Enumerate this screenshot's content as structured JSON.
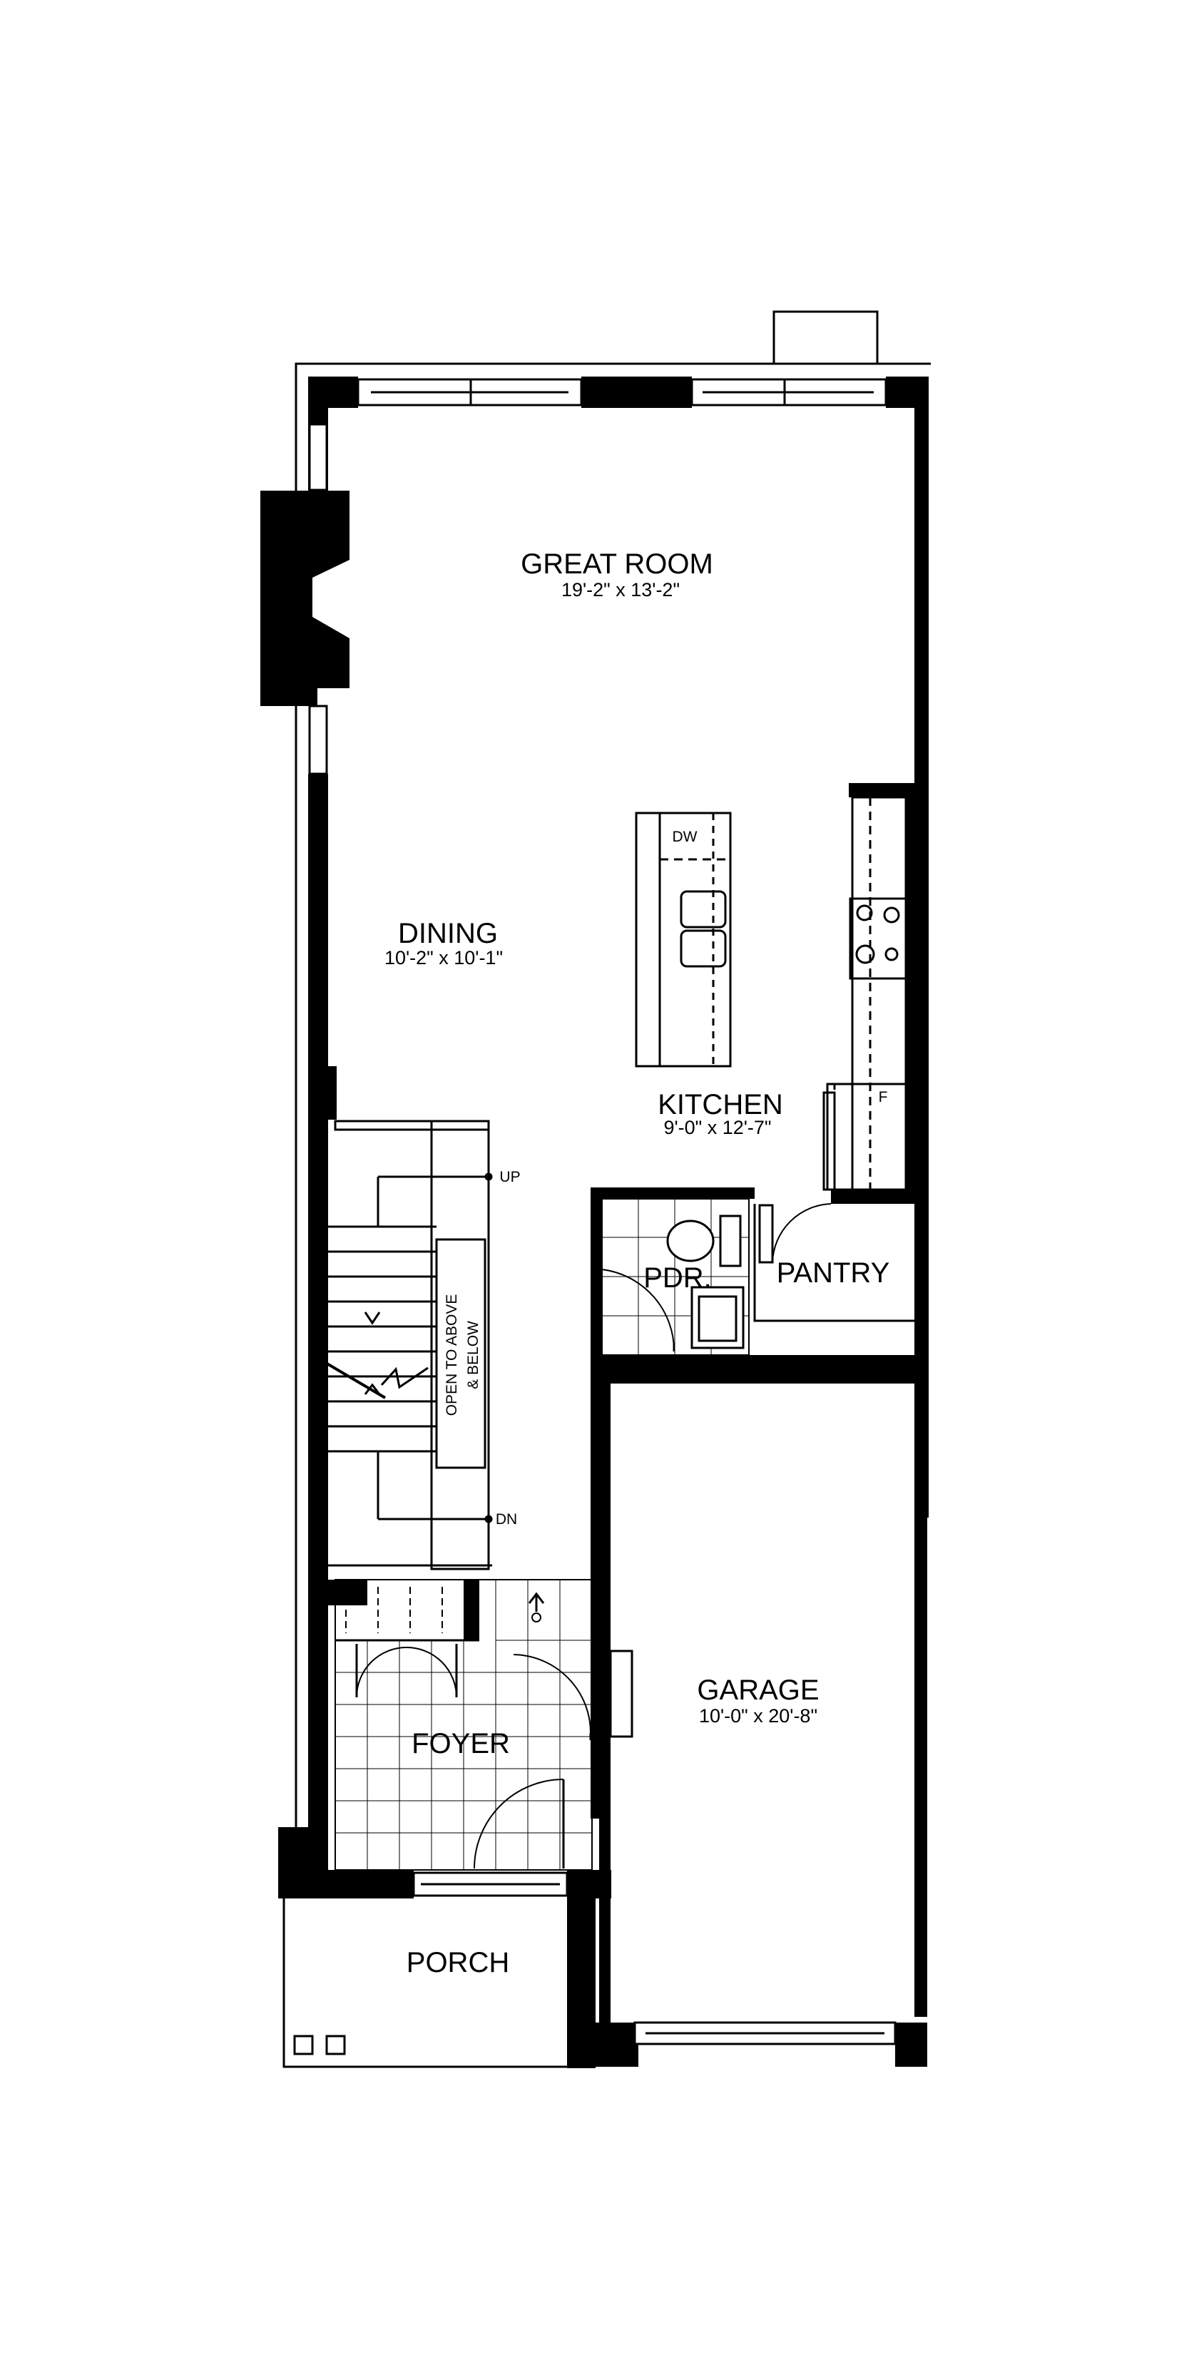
{
  "rooms": {
    "great_room": {
      "name": "GREAT ROOM",
      "dim": "19'-2\" x 13'-2\""
    },
    "dining": {
      "name": "DINING",
      "dim": "10'-2\" x 10'-1\""
    },
    "kitchen": {
      "name": "KITCHEN",
      "dim": "9'-0\" x 12'-7\""
    },
    "powder": {
      "name": "PDR."
    },
    "pantry": {
      "name": "PANTRY"
    },
    "garage": {
      "name": "GARAGE",
      "dim": "10'-0\" x 20'-8\""
    },
    "foyer": {
      "name": "FOYER"
    },
    "porch": {
      "name": "PORCH"
    }
  },
  "stair": {
    "open_label_1": "OPEN TO ABOVE",
    "open_label_2": "& BELOW",
    "up": "UP",
    "down": "DN"
  },
  "appliances": {
    "dishwasher": "DW",
    "fridge": "F"
  }
}
